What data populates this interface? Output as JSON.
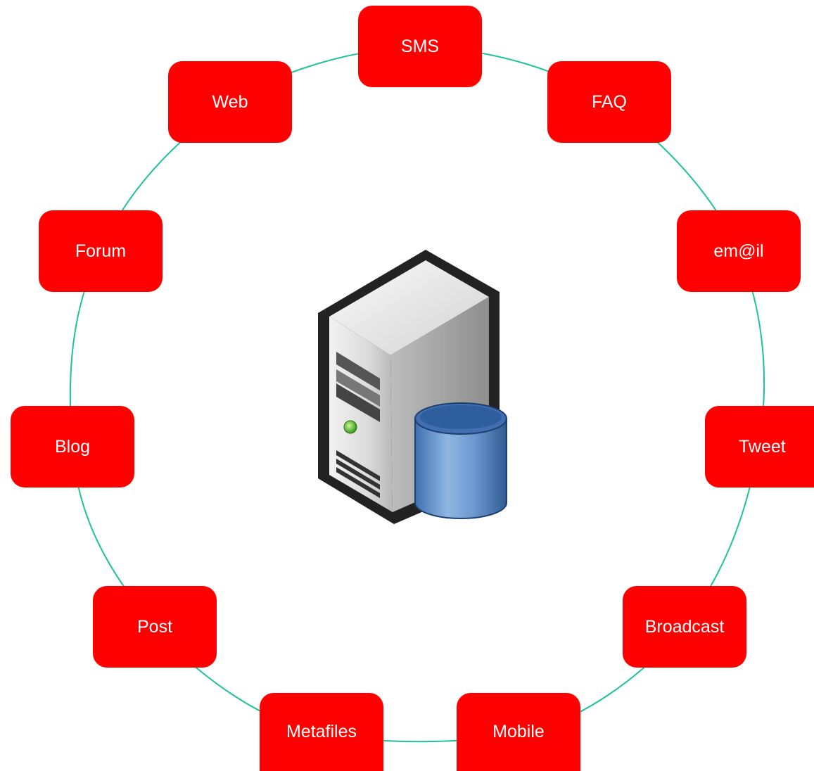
{
  "diagram": {
    "type": "ring",
    "center": {
      "icon": "database-server-icon"
    },
    "ring_color": "#1fc29a",
    "node_color": "#ff0000",
    "node_text_color": "#ffffff",
    "nodes": [
      {
        "label": "SMS"
      },
      {
        "label": "FAQ"
      },
      {
        "label": "em@il"
      },
      {
        "label": "Tweet"
      },
      {
        "label": "Broadcast"
      },
      {
        "label": "Mobile"
      },
      {
        "label": "Metafiles"
      },
      {
        "label": "Post"
      },
      {
        "label": "Blog"
      },
      {
        "label": "Forum"
      },
      {
        "label": "Web"
      }
    ]
  }
}
